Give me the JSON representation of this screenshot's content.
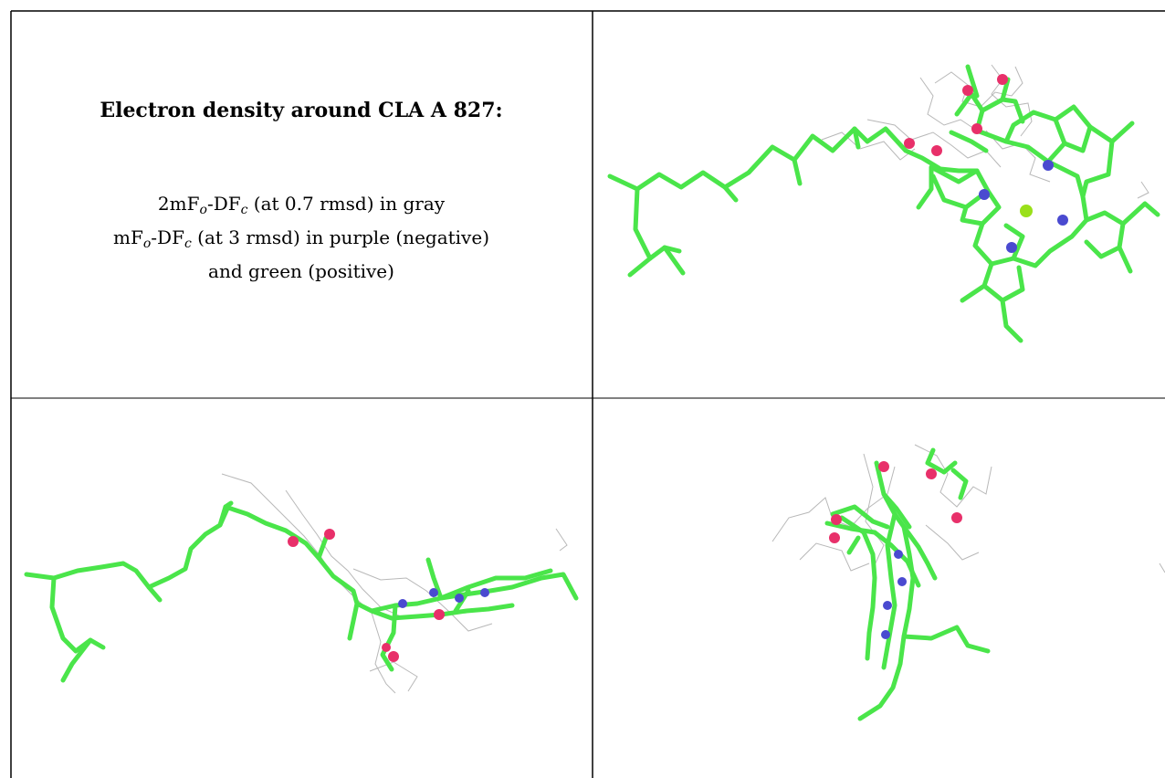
{
  "caption": {
    "title": "Electron density around CLA A 827:",
    "line1_prefix": "2mF",
    "line1_sub1": "o",
    "line1_mid": "-DF",
    "line1_sub2": "c",
    "line1_suffix": " (at 0.7 rmsd) in gray",
    "line2_prefix": "mF",
    "line2_sub1": "o",
    "line2_mid": "-DF",
    "line2_sub2": "c",
    "line2_suffix": " (at 3 rmsd) in purple (negative)",
    "line3": "and green (positive)"
  },
  "colors": {
    "carbon": "#4ae54a",
    "nitrogen": "#4a4ad0",
    "oxygen": "#e8306a",
    "magnesium": "#9ae01a",
    "density_2fofc": "#b4b4b4",
    "border": "#000000"
  },
  "views": [
    "top view",
    "side view",
    "edge view"
  ]
}
